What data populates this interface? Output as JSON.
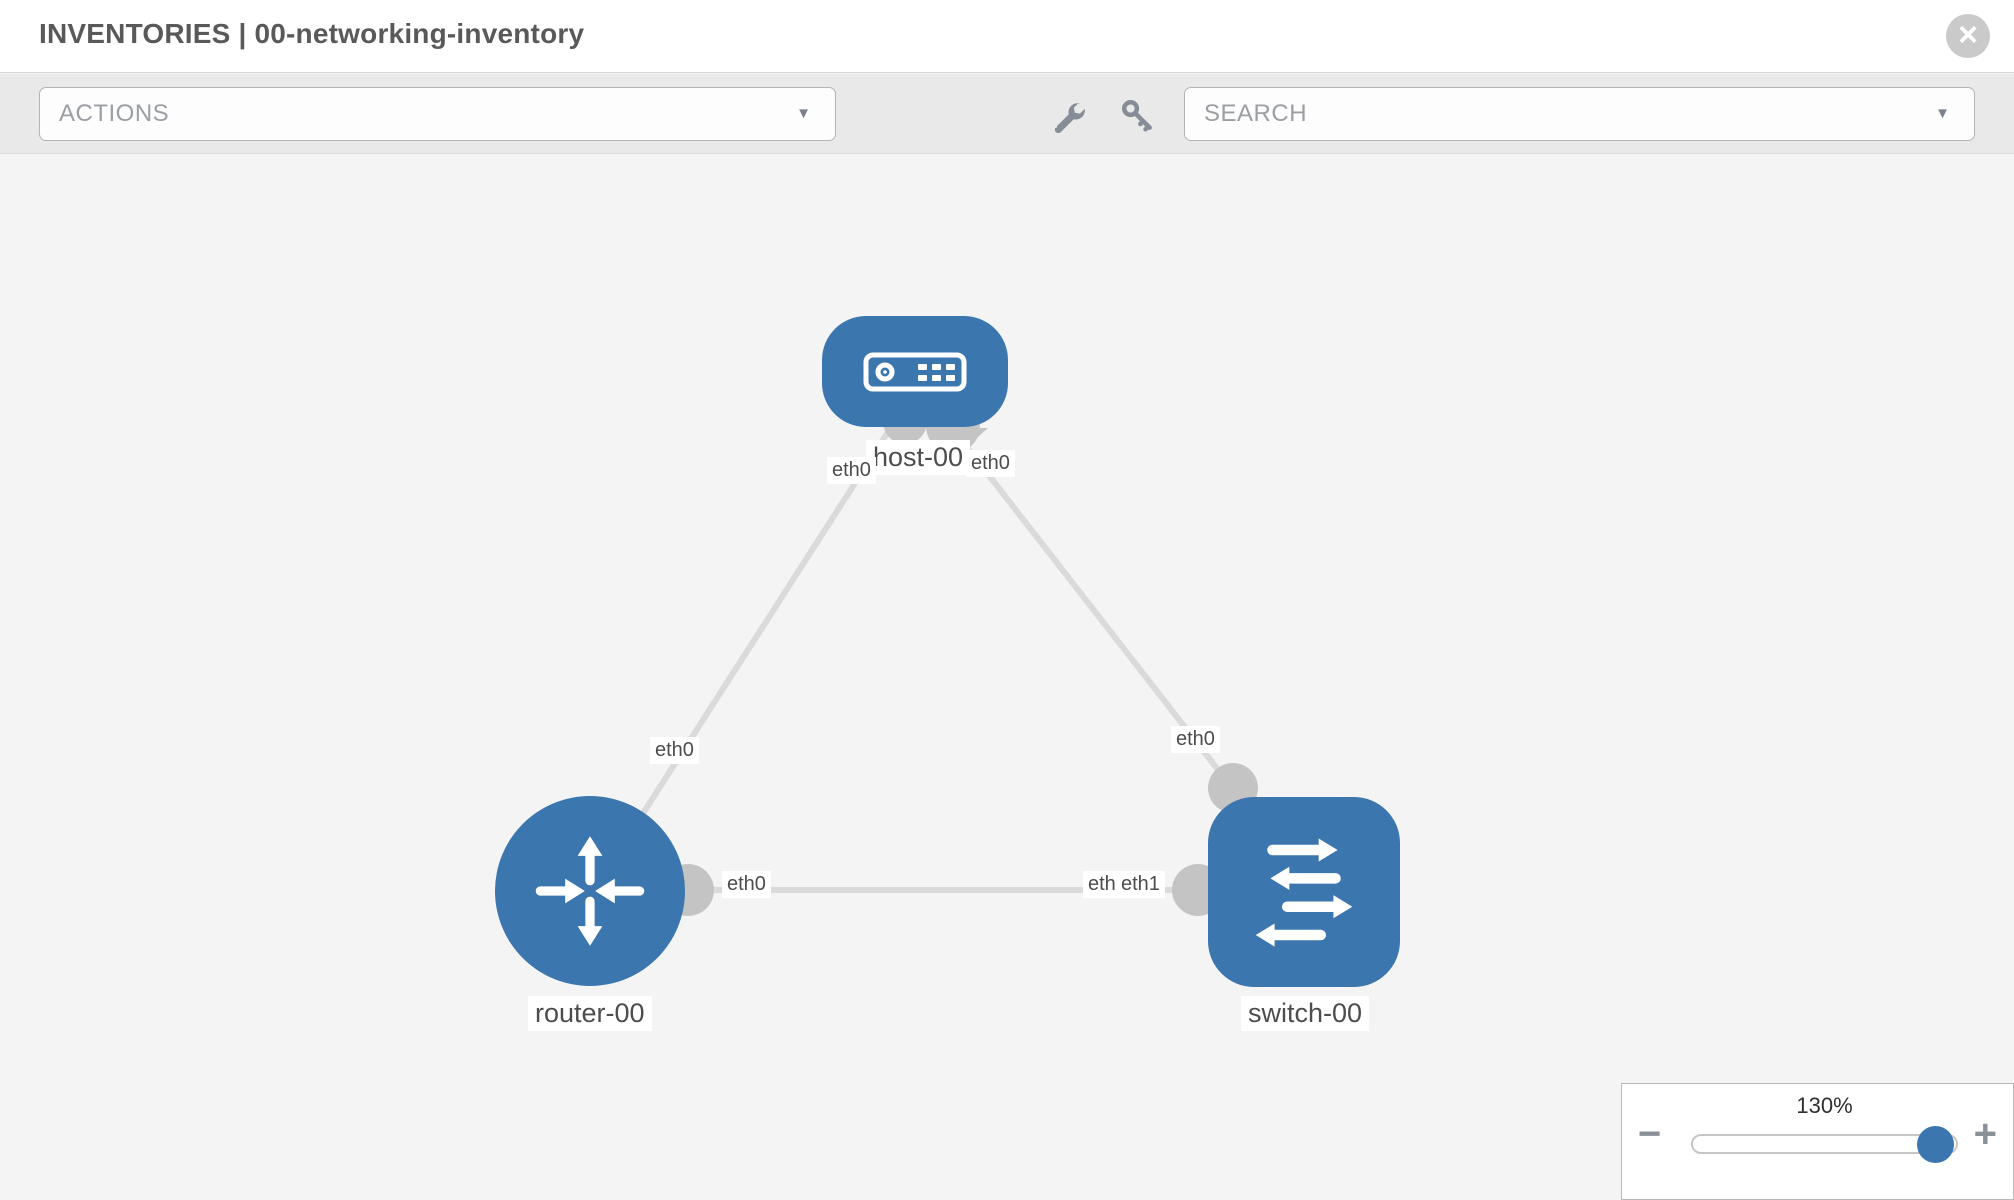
{
  "header": {
    "title": "INVENTORIES | 00-networking-inventory"
  },
  "toolbar": {
    "actions_label": "ACTIONS",
    "search_placeholder": "SEARCH"
  },
  "icons": {
    "caret_glyph": "▼",
    "close_glyph": "×",
    "minus_glyph": "−",
    "plus_glyph": "+"
  },
  "topology": {
    "nodes": {
      "host": {
        "label": "host-00",
        "type": "host"
      },
      "router": {
        "label": "router-00",
        "type": "router"
      },
      "switch": {
        "label": "switch-00",
        "type": "switch"
      }
    },
    "links": [
      {
        "from": "host-00",
        "to": "router-00",
        "from_iface": "eth0",
        "to_iface": "eth0"
      },
      {
        "from": "host-00",
        "to": "switch-00",
        "from_iface": "eth0",
        "to_iface": "eth0"
      },
      {
        "from": "router-00",
        "to": "switch-00",
        "from_iface": "eth0",
        "to_iface": "eth1"
      }
    ],
    "interface_labels": {
      "host_end_to_router": "eth0",
      "router_end_to_host": "eth0",
      "host_end_to_switch": "eth0",
      "switch_end_to_host": "eth0",
      "router_end_to_switch": "eth0",
      "switch_end_to_router_under": "eth0",
      "switch_end_to_router_over": "eth1"
    }
  },
  "zoom_control": {
    "level": "130%"
  },
  "colors": {
    "node_blue": "#3b76af",
    "link_gray": "#dadada",
    "connector_gray": "#c4c4c4",
    "toolbar_bg": "#e9e9e9",
    "canvas_bg": "#f4f4f4"
  }
}
